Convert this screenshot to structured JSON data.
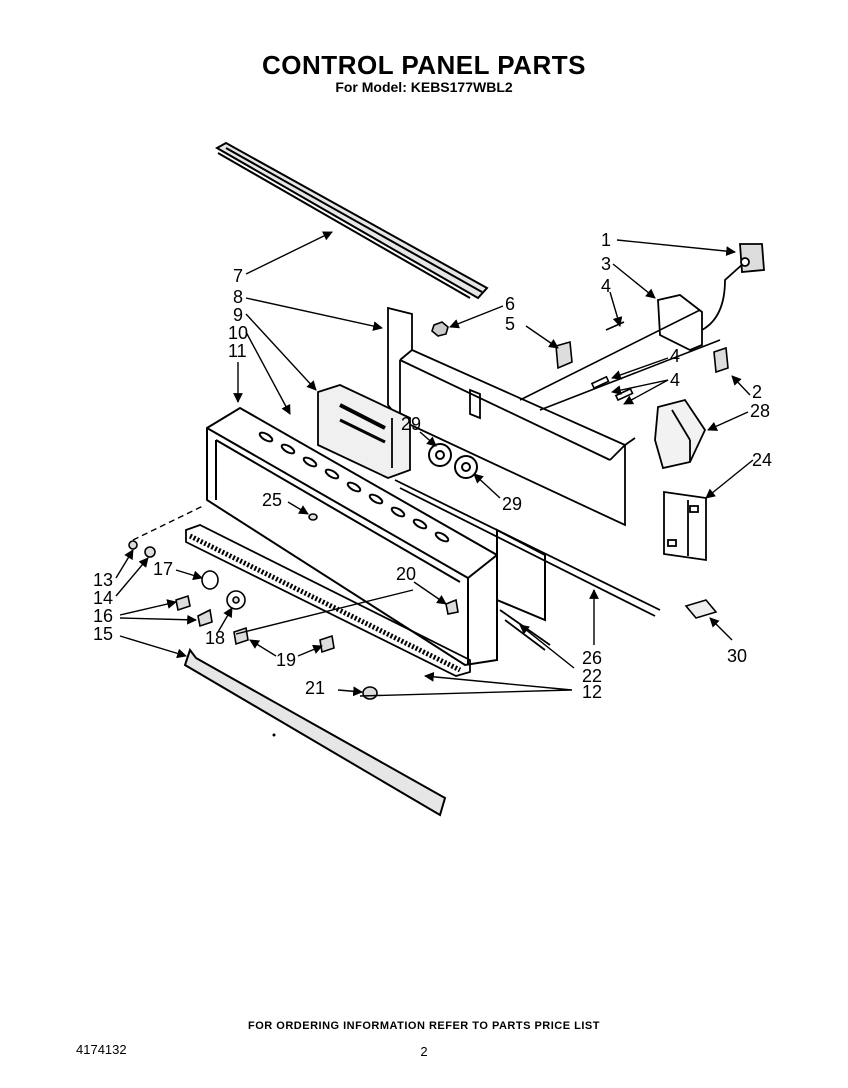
{
  "header": {
    "title": "CONTROL PANEL PARTS",
    "subtitle": "For Model: KEBS177WBL2"
  },
  "callouts": {
    "c1": "1",
    "c2": "2",
    "c3": "3",
    "c4a": "4",
    "c4b": "4",
    "c4c": "4",
    "c5": "5",
    "c6": "6",
    "c7": "7",
    "c8": "8",
    "c9": "9",
    "c10": "10",
    "c11": "11",
    "c12": "12",
    "c13": "13",
    "c14": "14",
    "c15": "15",
    "c16": "16",
    "c17": "17",
    "c18": "18",
    "c19": "19",
    "c20": "20",
    "c21": "21",
    "c22": "22",
    "c24": "24",
    "c25": "25",
    "c26": "26",
    "c28": "28",
    "c29a": "29",
    "c29b": "29",
    "c30": "30"
  },
  "footer": {
    "ordering_note": "FOR ORDERING INFORMATION REFER TO PARTS PRICE LIST",
    "doc_number": "4174132",
    "page": "2"
  }
}
